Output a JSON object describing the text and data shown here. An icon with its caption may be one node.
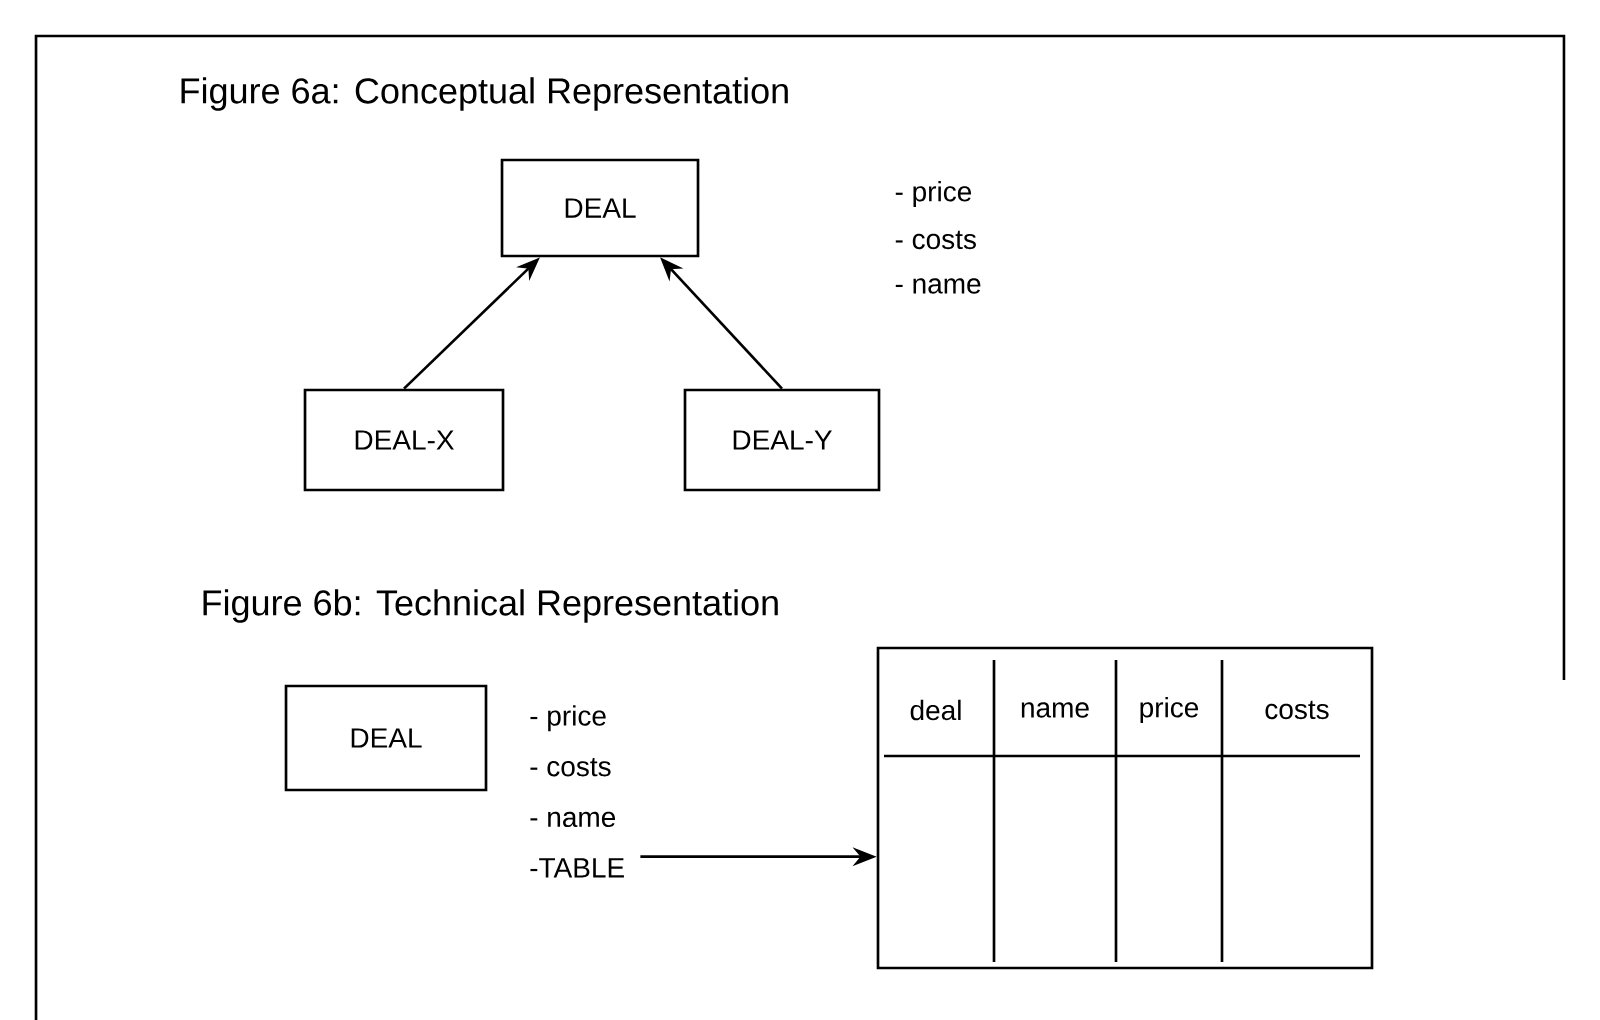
{
  "diagram": {
    "nodes": [
      {
        "text": [
          "DEAL"
        ]
      },
      {
        "text": [
          "DEAL-X"
        ]
      },
      {
        "text": [
          "DEAL-Y"
        ]
      },
      {
        "text": [
          "DEAL"
        ]
      },
      {
        "text": [
          "- price",
          "- costs",
          "- name",
          "-TABLE"
        ]
      },
      {
        "text": [
          "deal",
          "name",
          "price",
          "costs"
        ]
      }
    ],
    "edges": [
      {
        "from": 1,
        "to": 0,
        "arrow": "to"
      },
      {
        "from": 2,
        "to": 0,
        "arrow": "to"
      },
      {
        "from": 4,
        "to": 5,
        "arrow": "to"
      }
    ],
    "labels": [
      "Figure 6a: Conceptual Representation",
      "- price",
      "- costs",
      "- name",
      "Figure 6b: Technical Representation"
    ]
  }
}
